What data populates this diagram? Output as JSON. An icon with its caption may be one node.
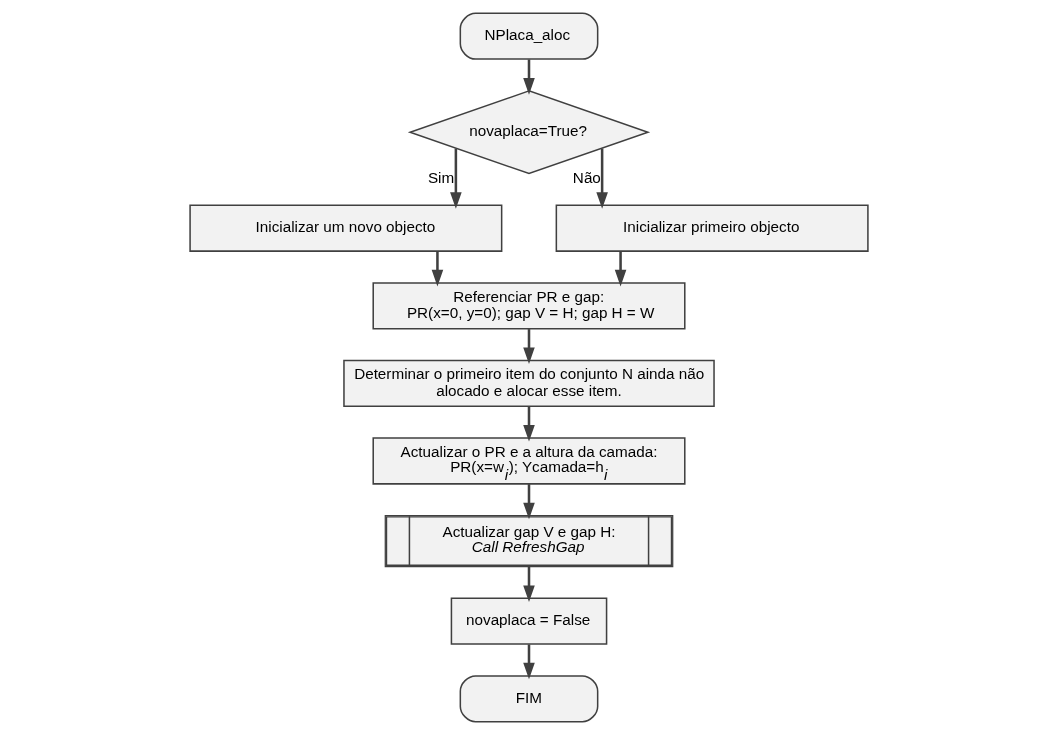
{
  "diagram": {
    "nodes": [
      {
        "text": [
          "NPlaca_aloc"
        ]
      },
      {
        "text": [
          "novaplaca=True?"
        ]
      },
      {
        "text": [
          "Inicializar um novo objecto"
        ]
      },
      {
        "text": [
          "Inicializar primeiro objecto"
        ]
      },
      {
        "text": [
          "Referenciar PR e gap:",
          "PR(x=0, y=0); gap V = H; gap H = W"
        ]
      },
      {
        "text": [
          "Determinar o primeiro item do conjunto N ainda não alocado e alocar esse item."
        ]
      },
      {
        "text": [
          "Actualizar o PR e a altura da camada:",
          "PR(x=w$_{i}$); Ycamada=h$_{i}$"
        ]
      },
      {
        "text": [
          "Actualizar gap V e gap H:",
          "Call RefreshGap"
        ]
      },
      {
        "text": [
          "novaplaca = False"
        ]
      },
      {
        "text": [
          "FIM"
        ]
      }
    ],
    "edges": [
      {
        "from": 0,
        "to": 1,
        "arrow": "to"
      },
      {
        "from": 1,
        "to": 2,
        "arrow": "to",
        "label": "Sim"
      },
      {
        "from": 1,
        "to": 3,
        "arrow": "to",
        "label": "Não"
      },
      {
        "from": 2,
        "to": 4,
        "arrow": "to"
      },
      {
        "from": 3,
        "to": 4,
        "arrow": "to"
      },
      {
        "from": 4,
        "to": 5,
        "arrow": "to"
      },
      {
        "from": 5,
        "to": 6,
        "arrow": "to"
      },
      {
        "from": 6,
        "to": 7,
        "arrow": "to"
      },
      {
        "from": 7,
        "to": 8,
        "arrow": "to"
      },
      {
        "from": 8,
        "to": 9,
        "arrow": "to"
      }
    ]
  }
}
